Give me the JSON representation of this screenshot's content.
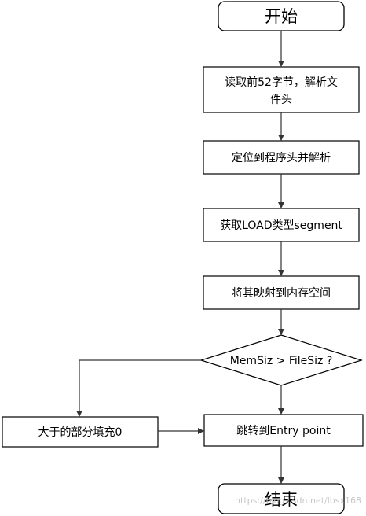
{
  "nodes": {
    "start": "开始",
    "read_header_line1": "读取前52字节，解析文",
    "read_header_line2": "件头",
    "locate_program_header": "定位到程序头并解析",
    "get_load_segment": "获取LOAD类型segment",
    "map_to_memory": "将其映射到内存空间",
    "decision": "MemSiz > FileSiz ?",
    "fill_zero": "大于的部分填充0",
    "jump_entry": "跳转到Entry point",
    "end": "结束"
  },
  "watermark": "https://blog.csdn.net/lbsx168"
}
